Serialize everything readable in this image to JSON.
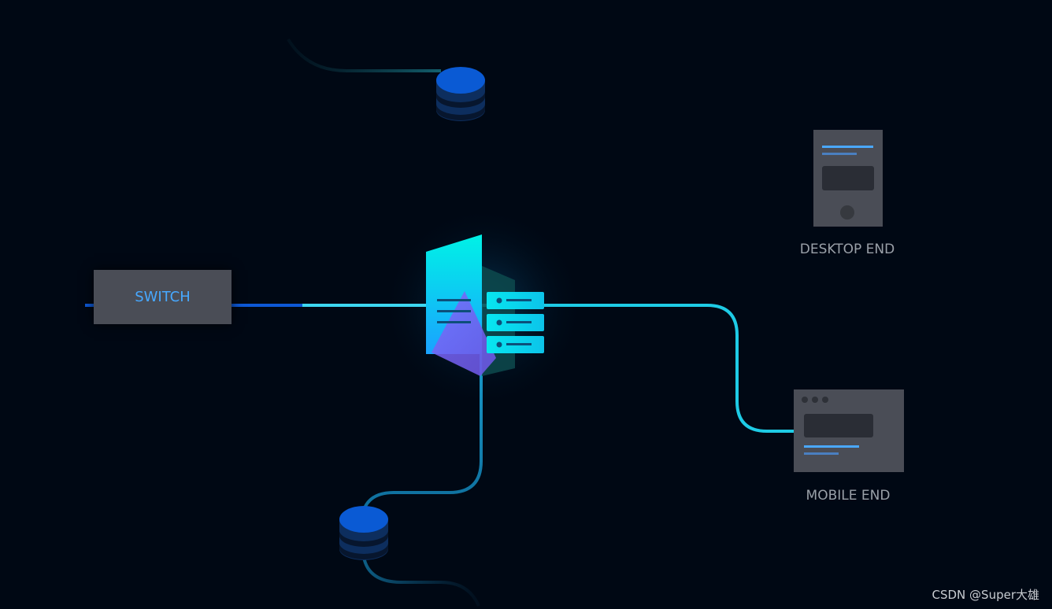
{
  "nodes": {
    "switch": {
      "label": "SWITCH"
    },
    "desktop": {
      "label": "DESKTOP END"
    },
    "mobile": {
      "label": "MOBILE END"
    }
  },
  "watermark": "CSDN @Super大雄",
  "colors": {
    "background": "#000814",
    "link_cyan": "#1fd3e8",
    "link_blue": "#0d58d6",
    "database_blue": "#0a5ad4",
    "device_gray": "#4a4d56",
    "accent_label": "#47a8ff"
  }
}
